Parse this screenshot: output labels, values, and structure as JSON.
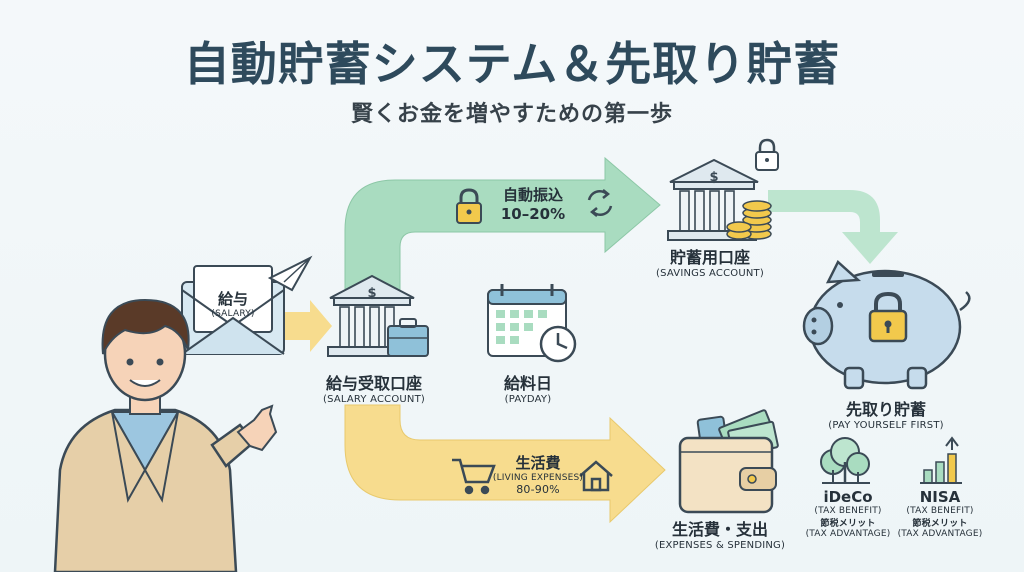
{
  "header": {
    "title": "自動貯蓄システム＆先取り貯蓄",
    "subtitle": "賢くお金を増やすための第一歩"
  },
  "salary_envelope": {
    "label": "給与",
    "label_en": "(SALARY)"
  },
  "salary_account": {
    "label": "給与受取口座",
    "label_en": "(SALARY ACCOUNT)"
  },
  "payday": {
    "label": "給料日",
    "label_en": "(PAYDAY)"
  },
  "auto_transfer": {
    "label": "自動振込",
    "percent": "10–20%"
  },
  "savings_account": {
    "label": "貯蓄用口座",
    "label_en": "(SAVINGS ACCOUNT)"
  },
  "pay_yourself_first": {
    "label": "先取り貯蓄",
    "label_en": "(PAY YOURSELF FIRST)"
  },
  "living_expenses": {
    "label": "生活費",
    "label_en": "(LIVING EXPENSES)",
    "percent": "80-90%"
  },
  "expenses_spending": {
    "label": "生活費・支出",
    "label_en": "(EXPENSES & SPENDING)"
  },
  "ideco": {
    "name": "iDeCo",
    "benefit_en": "(TAX BENEFIT)",
    "benefit_jp": "節税メリット",
    "advantage_en": "(TAX ADVANTAGE)"
  },
  "nisa": {
    "name": "NISA",
    "benefit_en": "(TAX BENEFIT)",
    "benefit_jp": "節税メリット",
    "advantage_en": "(TAX ADVANTAGE)"
  },
  "colors": {
    "savings_flow": "#a9dcc0",
    "expense_flow": "#f7dc8e",
    "title": "#2e4a5c",
    "piggy": "#c6dcec"
  }
}
